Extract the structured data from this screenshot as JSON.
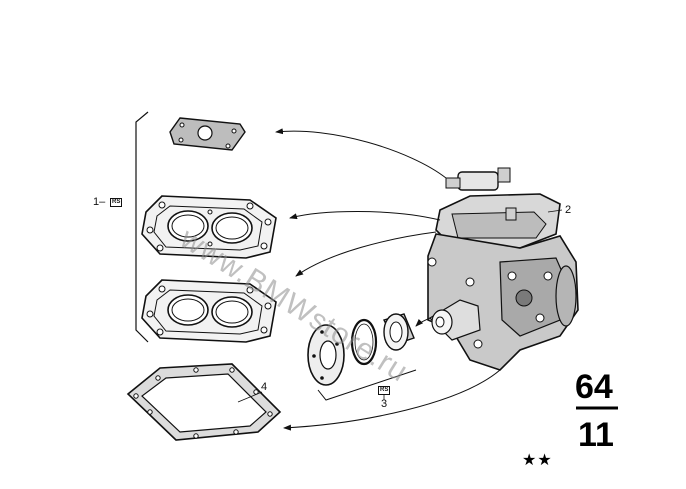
{
  "diagram": {
    "callouts": [
      {
        "id": "1",
        "label": "1–"
      },
      {
        "id": "2",
        "label": "2"
      },
      {
        "id": "3",
        "label": "3"
      },
      {
        "id": "4",
        "label": "4"
      }
    ],
    "nr_badge": "RS",
    "group_code_top": "64",
    "group_code_bottom": "11",
    "stars": "★★",
    "watermark": "www.BMWstore.ru"
  }
}
